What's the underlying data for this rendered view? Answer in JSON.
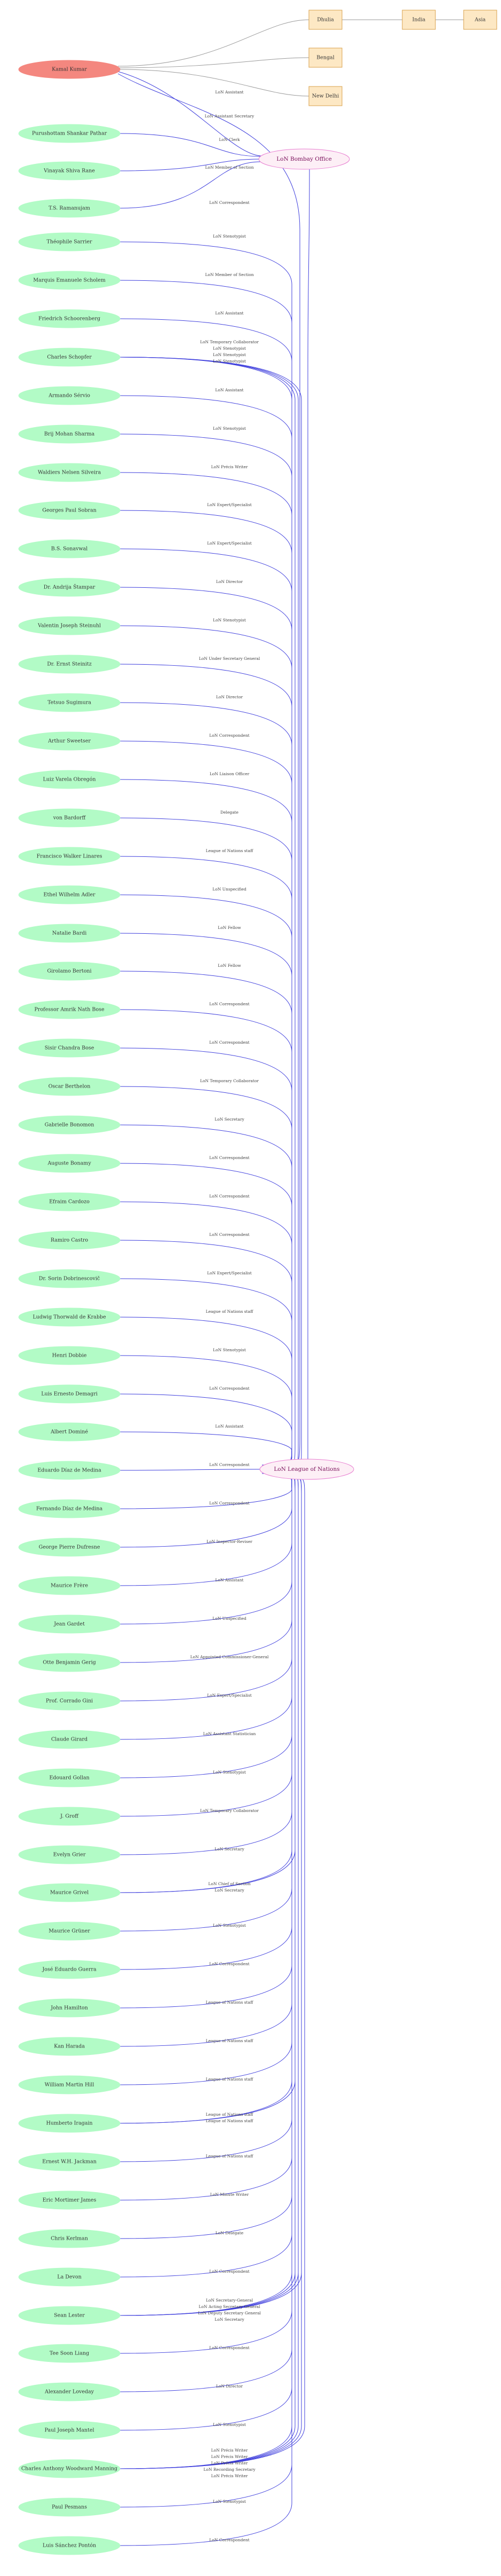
{
  "colors": {
    "person": "#b2fbc6",
    "highlight_person": "#f4877f",
    "organization": "#fdeff6",
    "organization_border": "#e87fd1",
    "place": "#fde8c4",
    "place_border": "#d9a24c",
    "edge": "#3f3fdd",
    "place_edge": "#999999"
  },
  "places": [
    {
      "id": "dhulia",
      "label": "Dhulia"
    },
    {
      "id": "india",
      "label": "India"
    },
    {
      "id": "asia",
      "label": "Asia"
    },
    {
      "id": "bengal",
      "label": "Bengal"
    },
    {
      "id": "newdelhi",
      "label": "New Delhi"
    }
  ],
  "place_links": [
    [
      "dhulia",
      "india"
    ],
    [
      "india",
      "asia"
    ]
  ],
  "organizations": [
    {
      "id": "bombay",
      "label": "LoN Bombay Office"
    },
    {
      "id": "league",
      "label": "LoN League of Nations"
    }
  ],
  "highlight": {
    "label": "Kamal Kumar",
    "places": [
      "dhulia",
      "bengal",
      "newdelhi"
    ],
    "relations": [
      "LoN Assistant",
      "LoN Assistant Secretary"
    ]
  },
  "bombay_people": [
    {
      "label": "Purushottam Shankar Pathar",
      "relation": "LoN Clerk"
    },
    {
      "label": "Vinayak Shiva Rane",
      "relation": "LoN Member of Section"
    },
    {
      "label": "T.S. Ramanujam",
      "relation": "LoN Correspondent"
    }
  ],
  "people": [
    {
      "label": "Théophile Sarrier",
      "relations": [
        "LoN Stenotypist"
      ]
    },
    {
      "label": "Marquis Emanuele Scholem",
      "relations": [
        "LoN Member of Section"
      ]
    },
    {
      "label": "Friedrich Schoorenberg",
      "relations": [
        "LoN Assistant"
      ]
    },
    {
      "label": "Charles Schopfer",
      "relations": [
        "LoN Stenotypist",
        "LoN Stenotypist",
        "LoN Stenotypist",
        "LoN Temporary Collaborator"
      ]
    },
    {
      "label": "Armando Sérvio",
      "relations": [
        "LoN Assistant"
      ]
    },
    {
      "label": "Brij Mohan Sharma",
      "relations": [
        "LoN Stenotypist"
      ]
    },
    {
      "label": "Waldiers Nelsen Silveira",
      "relations": [
        "LoN Précis Writer"
      ]
    },
    {
      "label": "Georges Paul Sobran",
      "relations": [
        "LoN Expert/Specialist"
      ]
    },
    {
      "label": "B.S. Sonavwal",
      "relations": [
        "LoN Expert/Specialist"
      ]
    },
    {
      "label": "Dr. Andrija Štampar",
      "relations": [
        "LoN Director"
      ]
    },
    {
      "label": "Valentin Joseph Steinuhl",
      "relations": [
        "LoN Stenotypist"
      ]
    },
    {
      "label": "Dr. Ernst Steinitz",
      "relations": [
        "LoN Under Secretary General"
      ]
    },
    {
      "label": "Tetsuo Sugimura",
      "relations": [
        "LoN Director"
      ]
    },
    {
      "label": "Arthur Sweetser",
      "relations": [
        "LoN Correspondent"
      ]
    },
    {
      "label": "Luiz Varela Obregón",
      "relations": [
        "LoN Liaison Officer"
      ]
    },
    {
      "label": "von Bardorff",
      "relations": [
        "Delegate"
      ]
    },
    {
      "label": "Francisco Walker Linares",
      "relations": [
        "League of Nations staff"
      ]
    },
    {
      "label": "Ethel Wilhelm Adler",
      "relations": [
        "LoN Unspecified"
      ]
    },
    {
      "label": "Natalie Bardi",
      "relations": [
        "LoN Fellow"
      ]
    },
    {
      "label": "Girolamo Bertoni",
      "relations": [
        "LoN Fellow"
      ]
    },
    {
      "label": "Professor Amrik Nath Bose",
      "relations": [
        "LoN Correspondent"
      ]
    },
    {
      "label": "Sisir Chandra Bose",
      "relations": [
        "LoN Correspondent"
      ]
    },
    {
      "label": "Oscar Berthelon",
      "relations": [
        "LoN Temporary Collaborator"
      ]
    },
    {
      "label": "Gabrielle Bonomon",
      "relations": [
        "LoN Secretary"
      ]
    },
    {
      "label": "Auguste Bonamy",
      "relations": [
        "LoN Correspondent"
      ]
    },
    {
      "label": "Efraim Cardozo",
      "relations": [
        "LoN Correspondent"
      ]
    },
    {
      "label": "Ramiro Castro",
      "relations": [
        "LoN Correspondent"
      ]
    },
    {
      "label": "Dr. Sorin Dobrinescovič",
      "relations": [
        "LoN Expert/Specialist"
      ]
    },
    {
      "label": "Ludwig Thorwald de Krabbe",
      "relations": [
        "League of Nations staff"
      ]
    },
    {
      "label": "Henri Dobbie",
      "relations": [
        "LoN Stenotypist"
      ]
    },
    {
      "label": "Luis Ernesto Demagri",
      "relations": [
        "LoN Correspondent"
      ]
    },
    {
      "label": "Albert Dominé",
      "relations": [
        "LoN Assistant"
      ]
    },
    {
      "label": "Eduardo Díaz de Medina",
      "relations": [
        "LoN Correspondent"
      ]
    },
    {
      "label": "Fernando Díaz de Medina",
      "relations": [
        "LoN Correspondent"
      ]
    },
    {
      "label": "George Pierre Dufresne",
      "relations": [
        "LoN Inspector-Reviser"
      ]
    },
    {
      "label": "Maurice Frère",
      "relations": [
        "LoN Assistant"
      ]
    },
    {
      "label": "Jean Gardet",
      "relations": [
        "LoN Unspecified"
      ]
    },
    {
      "label": "Otte Benjamin Gerig",
      "relations": [
        "LoN Appointed Commissioner-General"
      ]
    },
    {
      "label": "Prof. Corrado Gini",
      "relations": [
        "LoN Expert/Specialist"
      ]
    },
    {
      "label": "Claude Girard",
      "relations": [
        "LoN Assistant Statistician"
      ]
    },
    {
      "label": "Edouard Gollan",
      "relations": [
        "LoN Stenotypist"
      ]
    },
    {
      "label": "J. Groff",
      "relations": [
        "LoN Temporary Collaborator"
      ]
    },
    {
      "label": "Evelyn Grier",
      "relations": [
        "LoN Secretary"
      ]
    },
    {
      "label": "Maurice Grivel",
      "relations": [
        "LoN Secretary",
        "LoN Chief of Section"
      ]
    },
    {
      "label": "Maurice Grüner",
      "relations": [
        "LoN Stenotypist"
      ]
    },
    {
      "label": "José Eduardo Guerra",
      "relations": [
        "LoN Correspondent"
      ]
    },
    {
      "label": "John Hamilton",
      "relations": [
        "League of Nations staff"
      ]
    },
    {
      "label": "Kan Harada",
      "relations": [
        "League of Nations staff"
      ]
    },
    {
      "label": "William Martin Hill",
      "relations": [
        "League of Nations staff"
      ]
    },
    {
      "label": "Humberto Iragain",
      "relations": [
        "League of Nations staff",
        "League of Nations staff"
      ]
    },
    {
      "label": "Ernest W.H. Jackman",
      "relations": [
        "League of Nations staff"
      ]
    },
    {
      "label": "Eric Mortimer James",
      "relations": [
        "LoN Minute Writer"
      ]
    },
    {
      "label": "Chris Kerlman",
      "relations": [
        "LoN Delegate"
      ]
    },
    {
      "label": "La Devon",
      "relations": [
        "LoN Correspondent"
      ]
    },
    {
      "label": "Sean Lester",
      "relations": [
        "LoN Secretary",
        "LoN Deputy Secretary General",
        "LoN Acting Secretary General",
        "LoN Secretary-General"
      ]
    },
    {
      "label": "Tee Soon Liang",
      "relations": [
        "LoN Correspondent"
      ]
    },
    {
      "label": "Alexander Loveday",
      "relations": [
        "LoN Director"
      ]
    },
    {
      "label": "Paul Joseph Mantel",
      "relations": [
        "LoN Stenotypist"
      ]
    },
    {
      "label": "Charles Anthony Woodward Manning",
      "relations": [
        "LoN Précis Writer",
        "LoN Recording Secretary",
        "LoN Précis Writer",
        "LoN Précis Writer",
        "LoN Précis Writer"
      ]
    },
    {
      "label": "Paul Pesmans",
      "relations": [
        "LoN Stenotypist"
      ]
    },
    {
      "label": "Luis Sánchez Pontón",
      "relations": [
        "LoN Correspondent"
      ]
    }
  ]
}
